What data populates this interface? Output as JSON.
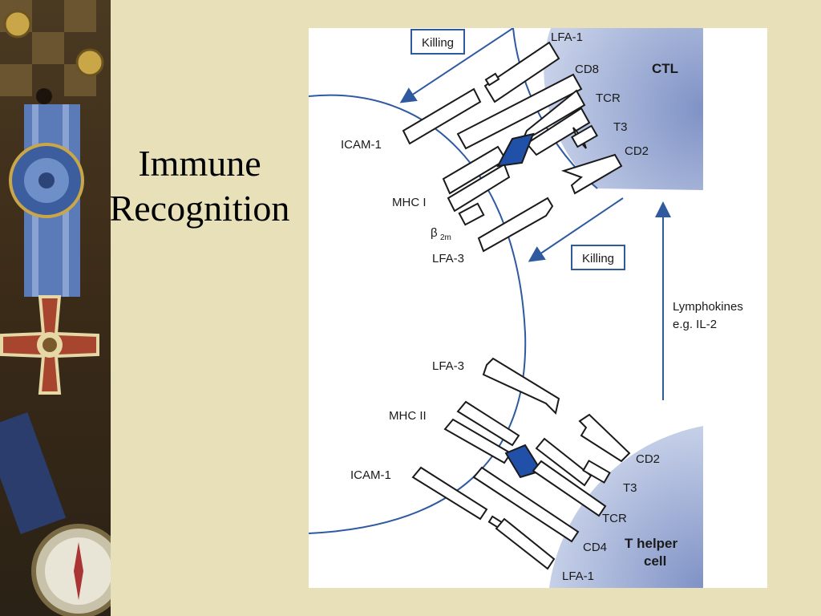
{
  "slide": {
    "title_line1": "Immune",
    "title_line2": "Recognition"
  },
  "diagram": {
    "top": {
      "cell_name": "CTL",
      "labels_right": [
        "LFA-1",
        "CD8",
        "TCR",
        "T3",
        "CD2"
      ],
      "labels_left": [
        "ICAM-1",
        "MHC I",
        "β",
        "2m",
        "LFA-3"
      ],
      "killing_label_1": "Killing",
      "killing_label_2": "Killing"
    },
    "middle": {
      "lymphokines_line1": "Lymphokines",
      "lymphokines_line2": "e.g. IL-2"
    },
    "bottom": {
      "cell_name_line1": "T helper",
      "cell_name_line2": "cell",
      "labels_right": [
        "CD2",
        "T3",
        "TCR",
        "CD4",
        "LFA-1"
      ],
      "labels_left": [
        "LFA-3",
        "MHC II",
        "ICAM-1"
      ]
    },
    "colors": {
      "membrane": "#2f5aa0",
      "cell_fill": "#aab8d8",
      "antigen": "#2050a8",
      "background": "#e8e0b8"
    }
  }
}
